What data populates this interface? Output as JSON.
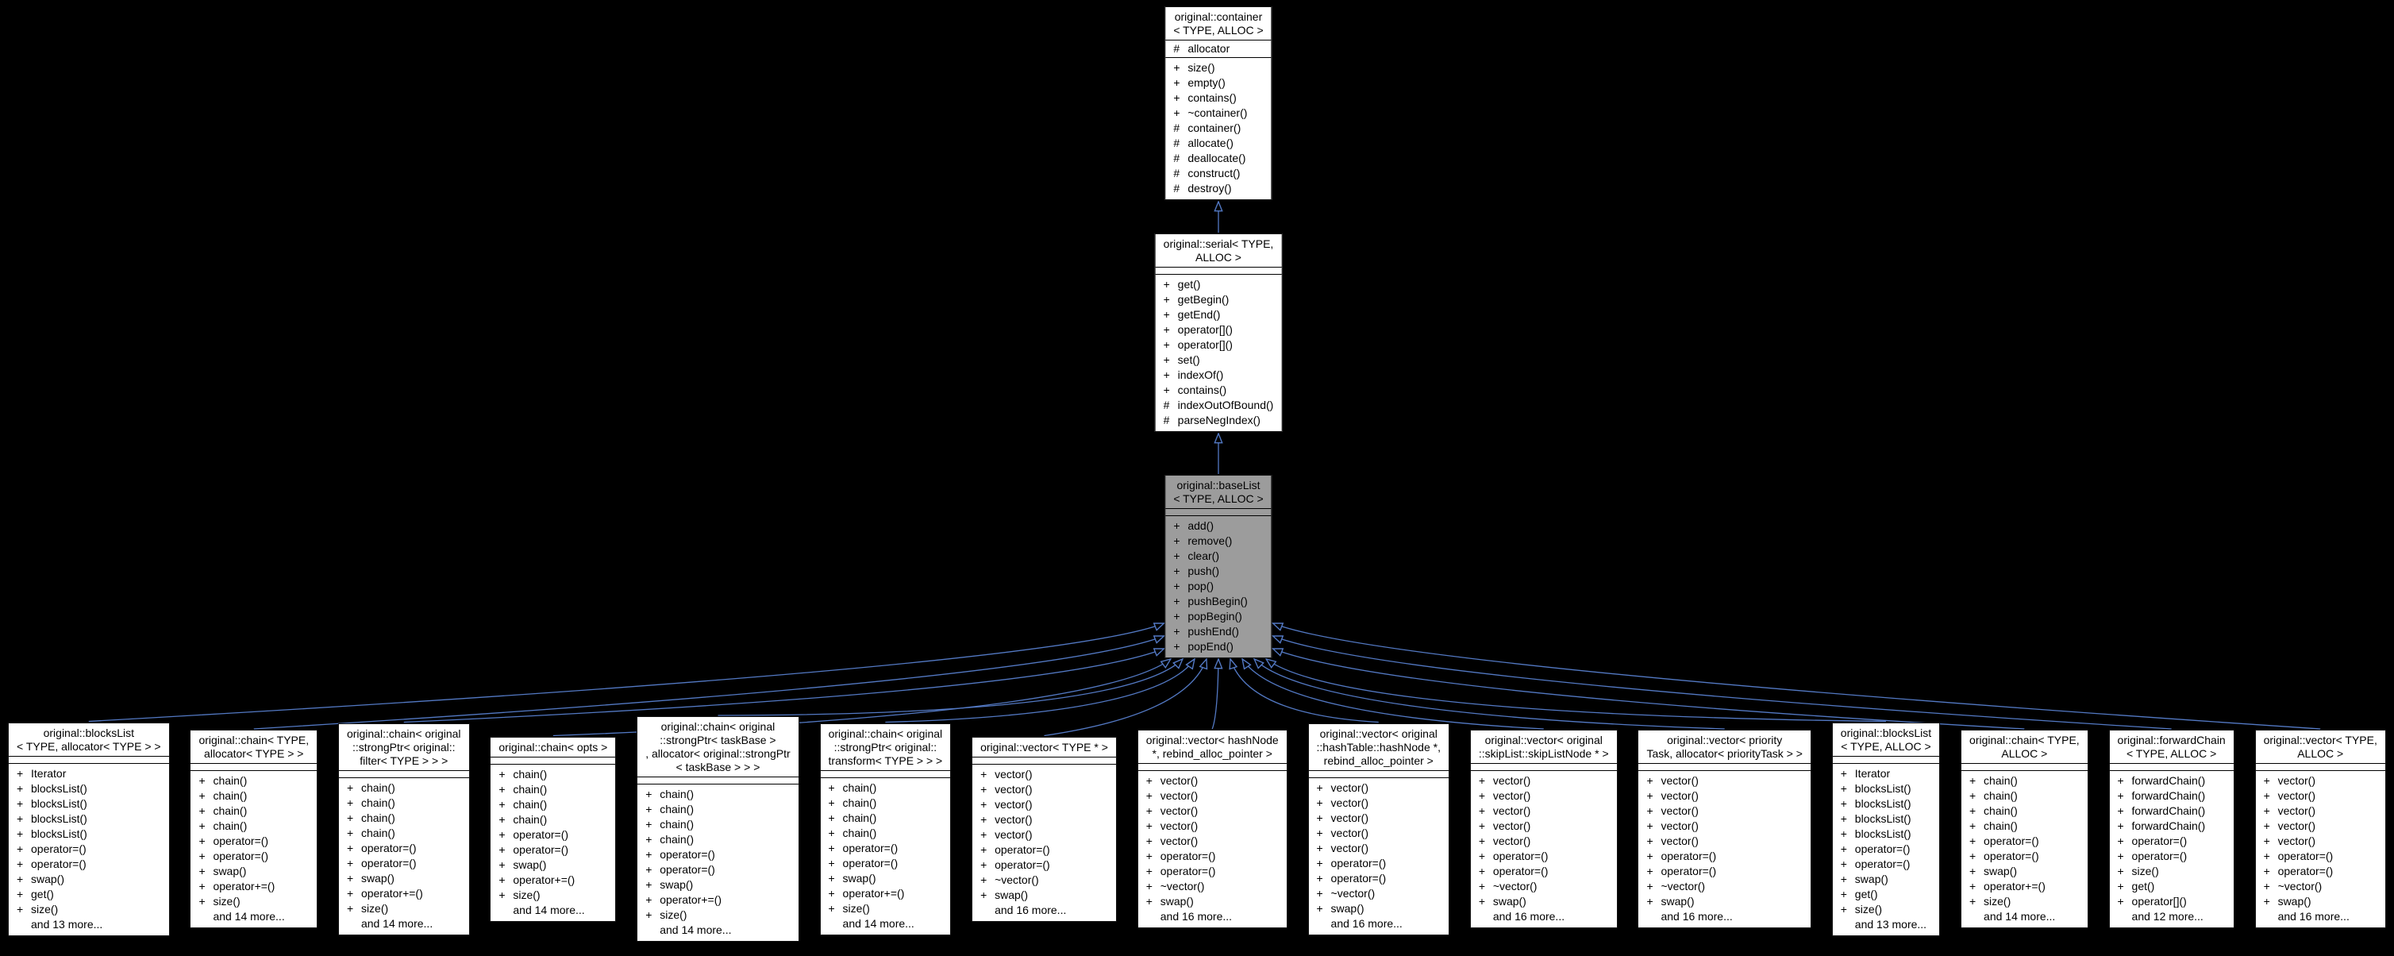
{
  "diagram": {
    "colors": {
      "background": "#000000",
      "node_fill": "#ffffff",
      "node_border": "#111111",
      "highlight_fill": "#9c9c9c",
      "arrow": "#5379c4",
      "text": "#000000"
    },
    "classes": {
      "container": {
        "title": "original::container\n< TYPE, ALLOC >",
        "attributes": [
          {
            "v": "#",
            "m": "allocator"
          }
        ],
        "methods": [
          {
            "v": "+",
            "m": "size()"
          },
          {
            "v": "+",
            "m": "empty()"
          },
          {
            "v": "+",
            "m": "contains()"
          },
          {
            "v": "+",
            "m": "~container()"
          },
          {
            "v": "#",
            "m": "container()"
          },
          {
            "v": "#",
            "m": "allocate()"
          },
          {
            "v": "#",
            "m": "deallocate()"
          },
          {
            "v": "#",
            "m": "construct()"
          },
          {
            "v": "#",
            "m": "destroy()"
          }
        ]
      },
      "serial": {
        "title": "original::serial< TYPE,\nALLOC >",
        "attributes": [],
        "methods": [
          {
            "v": "+",
            "m": "get()"
          },
          {
            "v": "+",
            "m": "getBegin()"
          },
          {
            "v": "+",
            "m": "getEnd()"
          },
          {
            "v": "+",
            "m": "operator[]()"
          },
          {
            "v": "+",
            "m": "operator[]()"
          },
          {
            "v": "+",
            "m": "set()"
          },
          {
            "v": "+",
            "m": "indexOf()"
          },
          {
            "v": "+",
            "m": "contains()"
          },
          {
            "v": "#",
            "m": "indexOutOfBound()"
          },
          {
            "v": "#",
            "m": "parseNegIndex()"
          }
        ]
      },
      "baseList": {
        "title": "original::baseList\n< TYPE, ALLOC >",
        "attributes": [],
        "methods": [
          {
            "v": "+",
            "m": "add()"
          },
          {
            "v": "+",
            "m": "remove()"
          },
          {
            "v": "+",
            "m": "clear()"
          },
          {
            "v": "+",
            "m": "push()"
          },
          {
            "v": "+",
            "m": "pop()"
          },
          {
            "v": "+",
            "m": "pushBegin()"
          },
          {
            "v": "+",
            "m": "popBegin()"
          },
          {
            "v": "+",
            "m": "pushEnd()"
          },
          {
            "v": "+",
            "m": "popEnd()"
          }
        ]
      }
    },
    "derived": [
      {
        "title": "original::blocksList\n< TYPE, allocator< TYPE > >",
        "methods": [
          {
            "v": "+",
            "m": "Iterator"
          },
          {
            "v": "+",
            "m": "blocksList()"
          },
          {
            "v": "+",
            "m": "blocksList()"
          },
          {
            "v": "+",
            "m": "blocksList()"
          },
          {
            "v": "+",
            "m": "blocksList()"
          },
          {
            "v": "+",
            "m": "operator=()"
          },
          {
            "v": "+",
            "m": "operator=()"
          },
          {
            "v": "+",
            "m": "swap()"
          },
          {
            "v": "+",
            "m": "get()"
          },
          {
            "v": "+",
            "m": "size()"
          }
        ],
        "more": "and 13 more..."
      },
      {
        "title": "original::chain< TYPE,\nallocator< TYPE > >",
        "methods": [
          {
            "v": "+",
            "m": "chain()"
          },
          {
            "v": "+",
            "m": "chain()"
          },
          {
            "v": "+",
            "m": "chain()"
          },
          {
            "v": "+",
            "m": "chain()"
          },
          {
            "v": "+",
            "m": "operator=()"
          },
          {
            "v": "+",
            "m": "operator=()"
          },
          {
            "v": "+",
            "m": "swap()"
          },
          {
            "v": "+",
            "m": "operator+=()"
          },
          {
            "v": "+",
            "m": "size()"
          }
        ],
        "more": "and 14 more..."
      },
      {
        "title": "original::chain< original\n::strongPtr< original::\nfilter< TYPE > > >",
        "methods": [
          {
            "v": "+",
            "m": "chain()"
          },
          {
            "v": "+",
            "m": "chain()"
          },
          {
            "v": "+",
            "m": "chain()"
          },
          {
            "v": "+",
            "m": "chain()"
          },
          {
            "v": "+",
            "m": "operator=()"
          },
          {
            "v": "+",
            "m": "operator=()"
          },
          {
            "v": "+",
            "m": "swap()"
          },
          {
            "v": "+",
            "m": "operator+=()"
          },
          {
            "v": "+",
            "m": "size()"
          }
        ],
        "more": "and 14 more..."
      },
      {
        "title": "original::chain< opts >",
        "methods": [
          {
            "v": "+",
            "m": "chain()"
          },
          {
            "v": "+",
            "m": "chain()"
          },
          {
            "v": "+",
            "m": "chain()"
          },
          {
            "v": "+",
            "m": "chain()"
          },
          {
            "v": "+",
            "m": "operator=()"
          },
          {
            "v": "+",
            "m": "operator=()"
          },
          {
            "v": "+",
            "m": "swap()"
          },
          {
            "v": "+",
            "m": "operator+=()"
          },
          {
            "v": "+",
            "m": "size()"
          }
        ],
        "more": "and 14 more..."
      },
      {
        "title": "original::chain< original\n::strongPtr< taskBase >\n, allocator< original::strongPtr\n< taskBase > > >",
        "methods": [
          {
            "v": "+",
            "m": "chain()"
          },
          {
            "v": "+",
            "m": "chain()"
          },
          {
            "v": "+",
            "m": "chain()"
          },
          {
            "v": "+",
            "m": "chain()"
          },
          {
            "v": "+",
            "m": "operator=()"
          },
          {
            "v": "+",
            "m": "operator=()"
          },
          {
            "v": "+",
            "m": "swap()"
          },
          {
            "v": "+",
            "m": "operator+=()"
          },
          {
            "v": "+",
            "m": "size()"
          }
        ],
        "more": "and 14 more..."
      },
      {
        "title": "original::chain< original\n::strongPtr< original::\ntransform< TYPE > > >",
        "methods": [
          {
            "v": "+",
            "m": "chain()"
          },
          {
            "v": "+",
            "m": "chain()"
          },
          {
            "v": "+",
            "m": "chain()"
          },
          {
            "v": "+",
            "m": "chain()"
          },
          {
            "v": "+",
            "m": "operator=()"
          },
          {
            "v": "+",
            "m": "operator=()"
          },
          {
            "v": "+",
            "m": "swap()"
          },
          {
            "v": "+",
            "m": "operator+=()"
          },
          {
            "v": "+",
            "m": "size()"
          }
        ],
        "more": "and 14 more..."
      },
      {
        "title": "original::vector< TYPE * >",
        "methods": [
          {
            "v": "+",
            "m": "vector()"
          },
          {
            "v": "+",
            "m": "vector()"
          },
          {
            "v": "+",
            "m": "vector()"
          },
          {
            "v": "+",
            "m": "vector()"
          },
          {
            "v": "+",
            "m": "vector()"
          },
          {
            "v": "+",
            "m": "operator=()"
          },
          {
            "v": "+",
            "m": "operator=()"
          },
          {
            "v": "+",
            "m": "~vector()"
          },
          {
            "v": "+",
            "m": "swap()"
          }
        ],
        "more": "and 16 more..."
      },
      {
        "title": "original::vector< hashNode\n*, rebind_alloc_pointer >",
        "methods": [
          {
            "v": "+",
            "m": "vector()"
          },
          {
            "v": "+",
            "m": "vector()"
          },
          {
            "v": "+",
            "m": "vector()"
          },
          {
            "v": "+",
            "m": "vector()"
          },
          {
            "v": "+",
            "m": "vector()"
          },
          {
            "v": "+",
            "m": "operator=()"
          },
          {
            "v": "+",
            "m": "operator=()"
          },
          {
            "v": "+",
            "m": "~vector()"
          },
          {
            "v": "+",
            "m": "swap()"
          }
        ],
        "more": "and 16 more..."
      },
      {
        "title": "original::vector< original\n::hashTable::hashNode *,\nrebind_alloc_pointer >",
        "methods": [
          {
            "v": "+",
            "m": "vector()"
          },
          {
            "v": "+",
            "m": "vector()"
          },
          {
            "v": "+",
            "m": "vector()"
          },
          {
            "v": "+",
            "m": "vector()"
          },
          {
            "v": "+",
            "m": "vector()"
          },
          {
            "v": "+",
            "m": "operator=()"
          },
          {
            "v": "+",
            "m": "operator=()"
          },
          {
            "v": "+",
            "m": "~vector()"
          },
          {
            "v": "+",
            "m": "swap()"
          }
        ],
        "more": "and 16 more..."
      },
      {
        "title": "original::vector< original\n::skipList::skipListNode * >",
        "methods": [
          {
            "v": "+",
            "m": "vector()"
          },
          {
            "v": "+",
            "m": "vector()"
          },
          {
            "v": "+",
            "m": "vector()"
          },
          {
            "v": "+",
            "m": "vector()"
          },
          {
            "v": "+",
            "m": "vector()"
          },
          {
            "v": "+",
            "m": "operator=()"
          },
          {
            "v": "+",
            "m": "operator=()"
          },
          {
            "v": "+",
            "m": "~vector()"
          },
          {
            "v": "+",
            "m": "swap()"
          }
        ],
        "more": "and 16 more..."
      },
      {
        "title": "original::vector< priority\nTask, allocator< priorityTask > >",
        "methods": [
          {
            "v": "+",
            "m": "vector()"
          },
          {
            "v": "+",
            "m": "vector()"
          },
          {
            "v": "+",
            "m": "vector()"
          },
          {
            "v": "+",
            "m": "vector()"
          },
          {
            "v": "+",
            "m": "vector()"
          },
          {
            "v": "+",
            "m": "operator=()"
          },
          {
            "v": "+",
            "m": "operator=()"
          },
          {
            "v": "+",
            "m": "~vector()"
          },
          {
            "v": "+",
            "m": "swap()"
          }
        ],
        "more": "and 16 more..."
      },
      {
        "title": "original::blocksList\n< TYPE, ALLOC >",
        "methods": [
          {
            "v": "+",
            "m": "Iterator"
          },
          {
            "v": "+",
            "m": "blocksList()"
          },
          {
            "v": "+",
            "m": "blocksList()"
          },
          {
            "v": "+",
            "m": "blocksList()"
          },
          {
            "v": "+",
            "m": "blocksList()"
          },
          {
            "v": "+",
            "m": "operator=()"
          },
          {
            "v": "+",
            "m": "operator=()"
          },
          {
            "v": "+",
            "m": "swap()"
          },
          {
            "v": "+",
            "m": "get()"
          },
          {
            "v": "+",
            "m": "size()"
          }
        ],
        "more": "and 13 more..."
      },
      {
        "title": "original::chain< TYPE,\nALLOC >",
        "methods": [
          {
            "v": "+",
            "m": "chain()"
          },
          {
            "v": "+",
            "m": "chain()"
          },
          {
            "v": "+",
            "m": "chain()"
          },
          {
            "v": "+",
            "m": "chain()"
          },
          {
            "v": "+",
            "m": "operator=()"
          },
          {
            "v": "+",
            "m": "operator=()"
          },
          {
            "v": "+",
            "m": "swap()"
          },
          {
            "v": "+",
            "m": "operator+=()"
          },
          {
            "v": "+",
            "m": "size()"
          }
        ],
        "more": "and 14 more..."
      },
      {
        "title": "original::forwardChain\n< TYPE, ALLOC >",
        "methods": [
          {
            "v": "+",
            "m": "forwardChain()"
          },
          {
            "v": "+",
            "m": "forwardChain()"
          },
          {
            "v": "+",
            "m": "forwardChain()"
          },
          {
            "v": "+",
            "m": "forwardChain()"
          },
          {
            "v": "+",
            "m": "operator=()"
          },
          {
            "v": "+",
            "m": "operator=()"
          },
          {
            "v": "+",
            "m": "size()"
          },
          {
            "v": "+",
            "m": "get()"
          },
          {
            "v": "+",
            "m": "operator[]()"
          }
        ],
        "more": "and 12 more..."
      },
      {
        "title": "original::vector< TYPE,\nALLOC >",
        "methods": [
          {
            "v": "+",
            "m": "vector()"
          },
          {
            "v": "+",
            "m": "vector()"
          },
          {
            "v": "+",
            "m": "vector()"
          },
          {
            "v": "+",
            "m": "vector()"
          },
          {
            "v": "+",
            "m": "vector()"
          },
          {
            "v": "+",
            "m": "operator=()"
          },
          {
            "v": "+",
            "m": "operator=()"
          },
          {
            "v": "+",
            "m": "~vector()"
          },
          {
            "v": "+",
            "m": "swap()"
          }
        ],
        "more": "and 16 more..."
      }
    ]
  }
}
